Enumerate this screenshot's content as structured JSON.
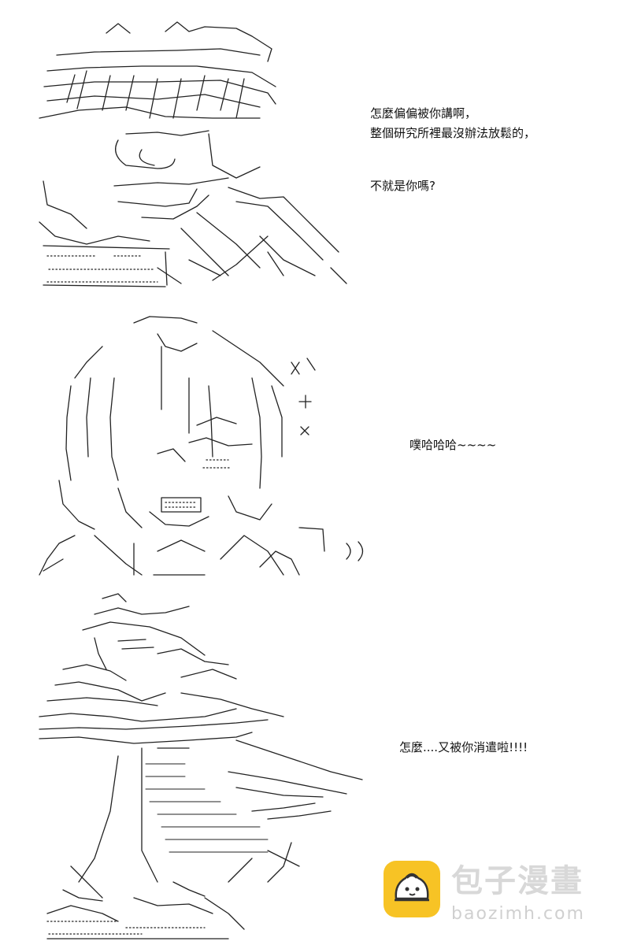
{
  "panels": [
    {
      "id": "panel-1",
      "dialogue": [
        "怎麼偏偏被你講啊，",
        "整個研究所裡最沒辦法放鬆的，",
        "不就是你嗎?"
      ]
    },
    {
      "id": "panel-2",
      "dialogue": [
        "噗哈哈哈~~~~"
      ]
    },
    {
      "id": "panel-3",
      "dialogue": [
        "怎麼....又被你消遣啦!!!!"
      ]
    }
  ],
  "watermark": {
    "title": "包子漫畫",
    "url": "baozimh.com",
    "badge_color": "#f7c325",
    "text_color": "#d8d8d8",
    "icon": "bun-logo-icon"
  }
}
